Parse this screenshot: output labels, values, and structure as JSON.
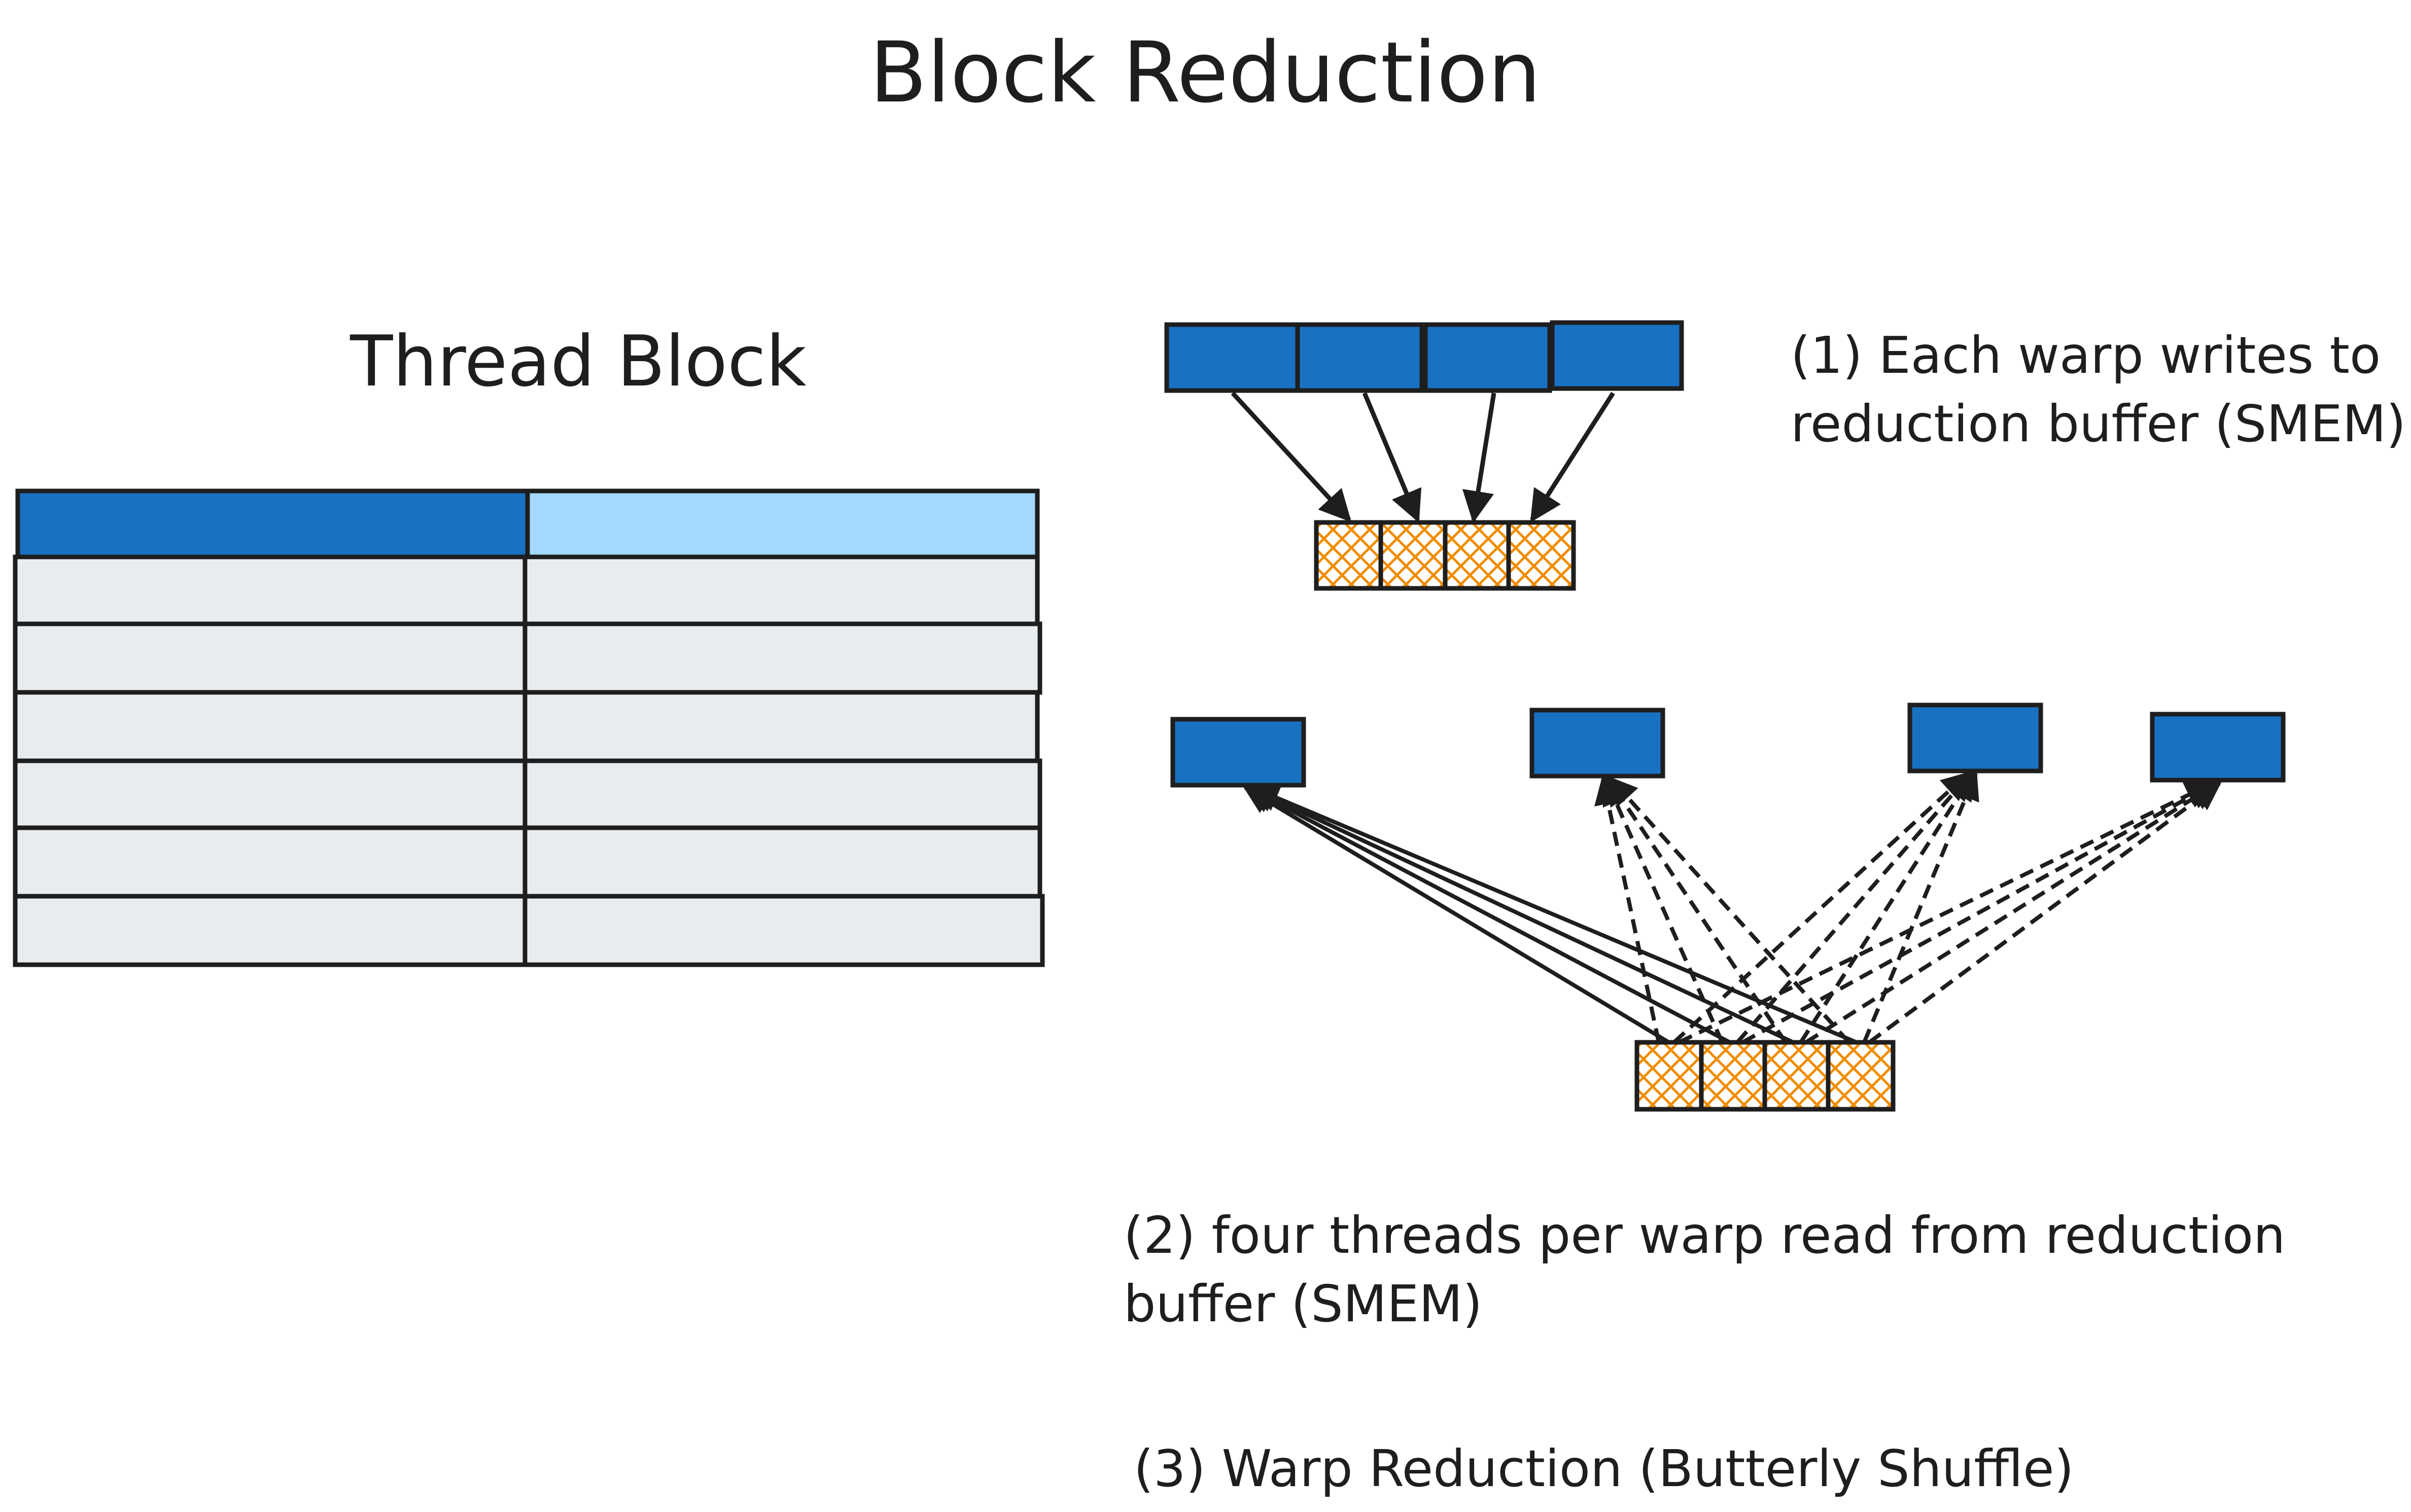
{
  "title": "Block Reduction",
  "thread_block": {
    "label": "Thread Block",
    "rows": 7,
    "cols": 2
  },
  "captions": {
    "step1_line1": "(1) Each warp writes to",
    "step1_line2": "reduction buffer (SMEM)",
    "step2_line1": "(2) four threads per warp read  from reduction",
    "step2_line2": "buffer (SMEM)",
    "step3": "(3) Warp Reduction (Butterly Shuffle)"
  },
  "colors": {
    "warp_blue": "#1971c2",
    "light_blue": "#a5d8ff",
    "cell_gray": "#e9ecef",
    "buffer_hatch": "#f08c00",
    "stroke": "#1e1e1e"
  },
  "step1": {
    "warps": 4,
    "buffer_slots": 4
  },
  "step2": {
    "warps": 4,
    "buffer_slots": 4,
    "threads_per_warp": 4
  }
}
